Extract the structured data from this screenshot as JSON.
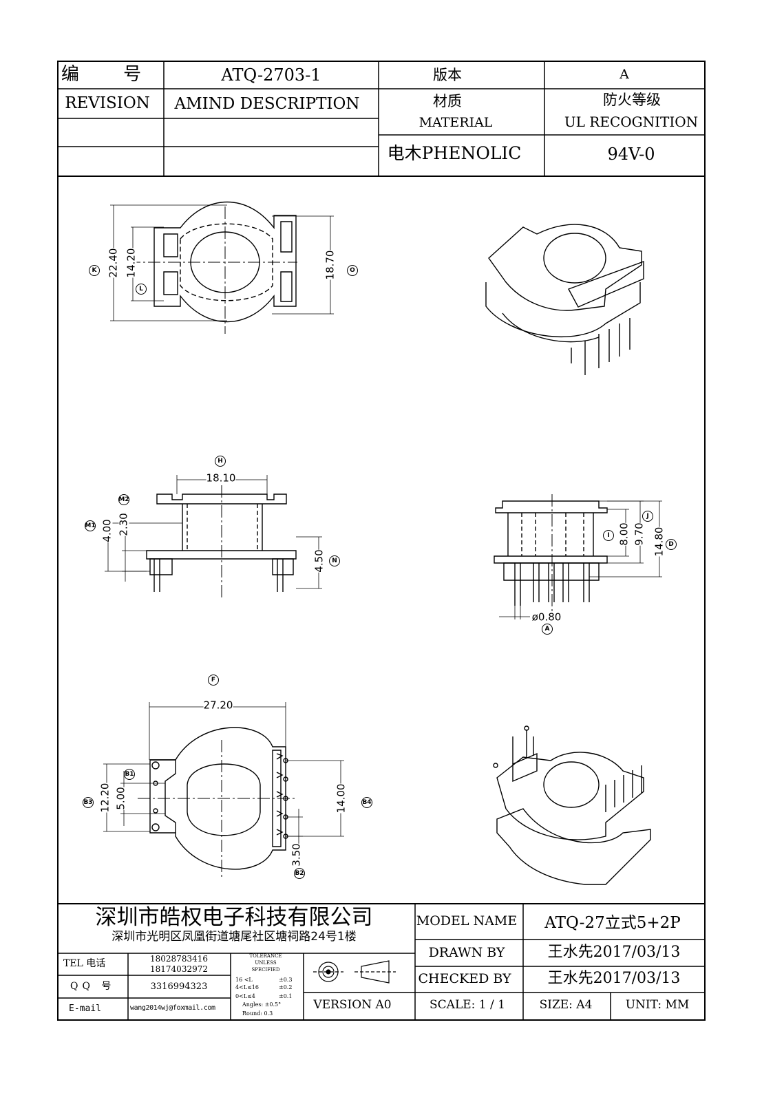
{
  "header": {
    "number_label": "编 号",
    "number_value": "ATQ-2703-1",
    "version_label": "版本",
    "version_value": "A",
    "revision_label": "REVISION",
    "amend_label": "AMIND DESCRIPTION",
    "material_cn": "材质",
    "material_en": "MATERIAL",
    "fire_cn": "防火等级",
    "fire_en": "UL RECOGNITION",
    "material_value": "电木PHENOLIC",
    "fire_value": "94V-0"
  },
  "views": {
    "top": {
      "dims": [
        "22.40",
        "14.20",
        "18.70"
      ],
      "badges": [
        "K",
        "L",
        "O"
      ]
    },
    "front": {
      "dims": [
        "18.10",
        "4.00",
        "2.30",
        "4.50"
      ],
      "badges": [
        "H",
        "M2",
        "M1",
        "N"
      ]
    },
    "side": {
      "dims": [
        "8.00",
        "9.70",
        "14.80",
        "ø0.80"
      ],
      "badges": [
        "I",
        "J",
        "D",
        "A"
      ]
    },
    "bottom": {
      "dims": [
        "27.20",
        "12.20",
        "5.00",
        "14.00",
        "3.50"
      ],
      "badges": [
        "F",
        "B1",
        "B3",
        "B4",
        "B2"
      ]
    }
  },
  "footer": {
    "company_name": "深圳市皓权电子科技有限公司",
    "company_address": "深圳市光明区凤凰街道塘尾社区塘祠路24号1楼",
    "tel_label": "TEL 电话",
    "tel_values": [
      "18028783416",
      "18174032972"
    ],
    "qq_label": "QQ 号",
    "qq_value": "3316994323",
    "email_label": "E-mail",
    "email_value": "wang2014wj@foxmail.com",
    "tolerance_title": [
      "TOLERANCE",
      "UNLESS",
      "SPECIFIED"
    ],
    "tolerance_rows": [
      [
        "16 <L",
        "±0.3"
      ],
      [
        "4<L≤16",
        "±0.2"
      ],
      [
        "0<L≤4",
        "±0.1"
      ]
    ],
    "angles": "Angles: ±0.5°",
    "round": "Round: 0.3",
    "version": "VERSION A0",
    "model_label": "MODEL NAME",
    "model_value": "ATQ-27立式5+2P",
    "drawn_label": "DRAWN BY",
    "drawn_value": "王水先2017/03/13",
    "checked_label": "CHECKED BY",
    "checked_value": "王水先2017/03/13",
    "scale_label": "SCALE: 1 / 1",
    "size_label": "SIZE: A4",
    "unit_label": "UNIT: MM"
  }
}
